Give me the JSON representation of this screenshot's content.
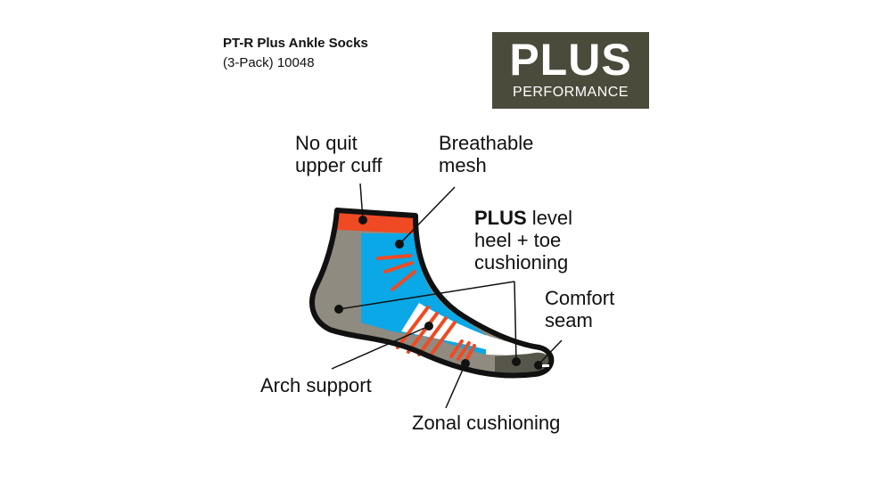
{
  "product": {
    "title_line1": "PT-R Plus Ankle Socks",
    "title_line2": "(3-Pack) 10048"
  },
  "badge": {
    "big": "PLUS",
    "small": "PERFORMANCE",
    "bg_color": "#4b4b3c"
  },
  "callouts": {
    "cuff": {
      "line1": "No quit",
      "line2": "upper cuff"
    },
    "mesh": {
      "line1": "Breathable",
      "line2": "mesh"
    },
    "plus": {
      "bold": "PLUS",
      "rest": " level",
      "line2": "heel + toe",
      "line3": "cushioning"
    },
    "seam": {
      "line1": "Comfort",
      "line2": "seam"
    },
    "arch": {
      "line1": "Arch support"
    },
    "zonal": {
      "line1": "Zonal cushioning"
    }
  },
  "colors": {
    "orange": "#ef4a23",
    "blue": "#0aa8e6",
    "gray": "#8f8b80",
    "dark": "#56564a",
    "outline": "#111111"
  }
}
